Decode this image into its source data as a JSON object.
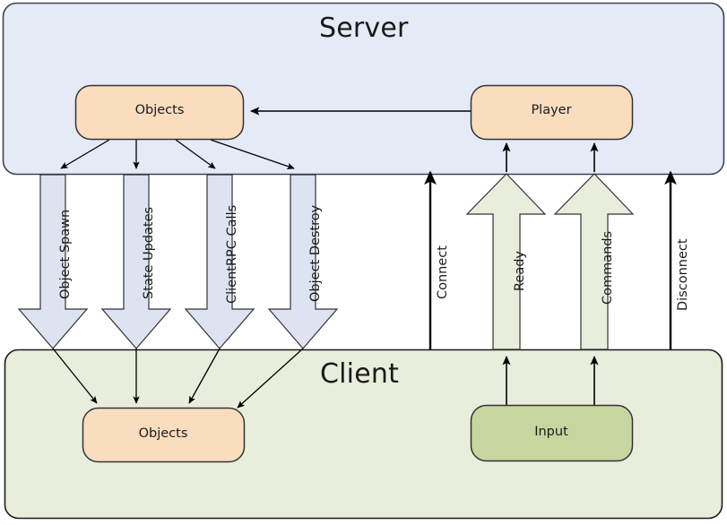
{
  "diagram": {
    "title_hidden": "",
    "panels": [
      {
        "id": "server",
        "label": "Server",
        "fill": "#e4eaf6",
        "stroke": "#3d4251"
      },
      {
        "id": "client",
        "label": "Client",
        "fill": "#e9eedc",
        "stroke": "#1a1a1a"
      }
    ],
    "nodes": [
      {
        "id": "server-objects",
        "label": "Objects",
        "fill": "#fadcbf",
        "stroke": "#333333"
      },
      {
        "id": "server-player",
        "label": "Player",
        "fill": "#fadcbf",
        "stroke": "#333333"
      },
      {
        "id": "client-objects",
        "label": "Objects",
        "fill": "#fadcbf",
        "stroke": "#333333"
      },
      {
        "id": "client-input",
        "label": "Input",
        "fill": "#c6d69e",
        "stroke": "#333333"
      }
    ],
    "downstream_arrows": [
      {
        "id": "object-spawn",
        "label": "Object Spawn",
        "fill": "#dde3f0",
        "stroke": "#333333"
      },
      {
        "id": "state-updates",
        "label": "State Updates",
        "fill": "#dde3f0",
        "stroke": "#333333"
      },
      {
        "id": "clientrpc-calls",
        "label": "ClientRPC Calls",
        "fill": "#dde3f0",
        "stroke": "#333333"
      },
      {
        "id": "object-destroy",
        "label": "Object Destroy",
        "fill": "#dde3f0",
        "stroke": "#333333"
      }
    ],
    "upstream_block_arrows": [
      {
        "id": "ready",
        "label": "Ready",
        "fill": "#e9eedc",
        "stroke": "#333333"
      },
      {
        "id": "commands",
        "label": "Commands",
        "fill": "#e9eedc",
        "stroke": "#333333"
      }
    ],
    "upstream_line_arrows": [
      {
        "id": "connect",
        "label": "Connect",
        "stroke": "#000000"
      },
      {
        "id": "disconnect",
        "label": "Disconnect",
        "stroke": "#000000"
      }
    ]
  }
}
